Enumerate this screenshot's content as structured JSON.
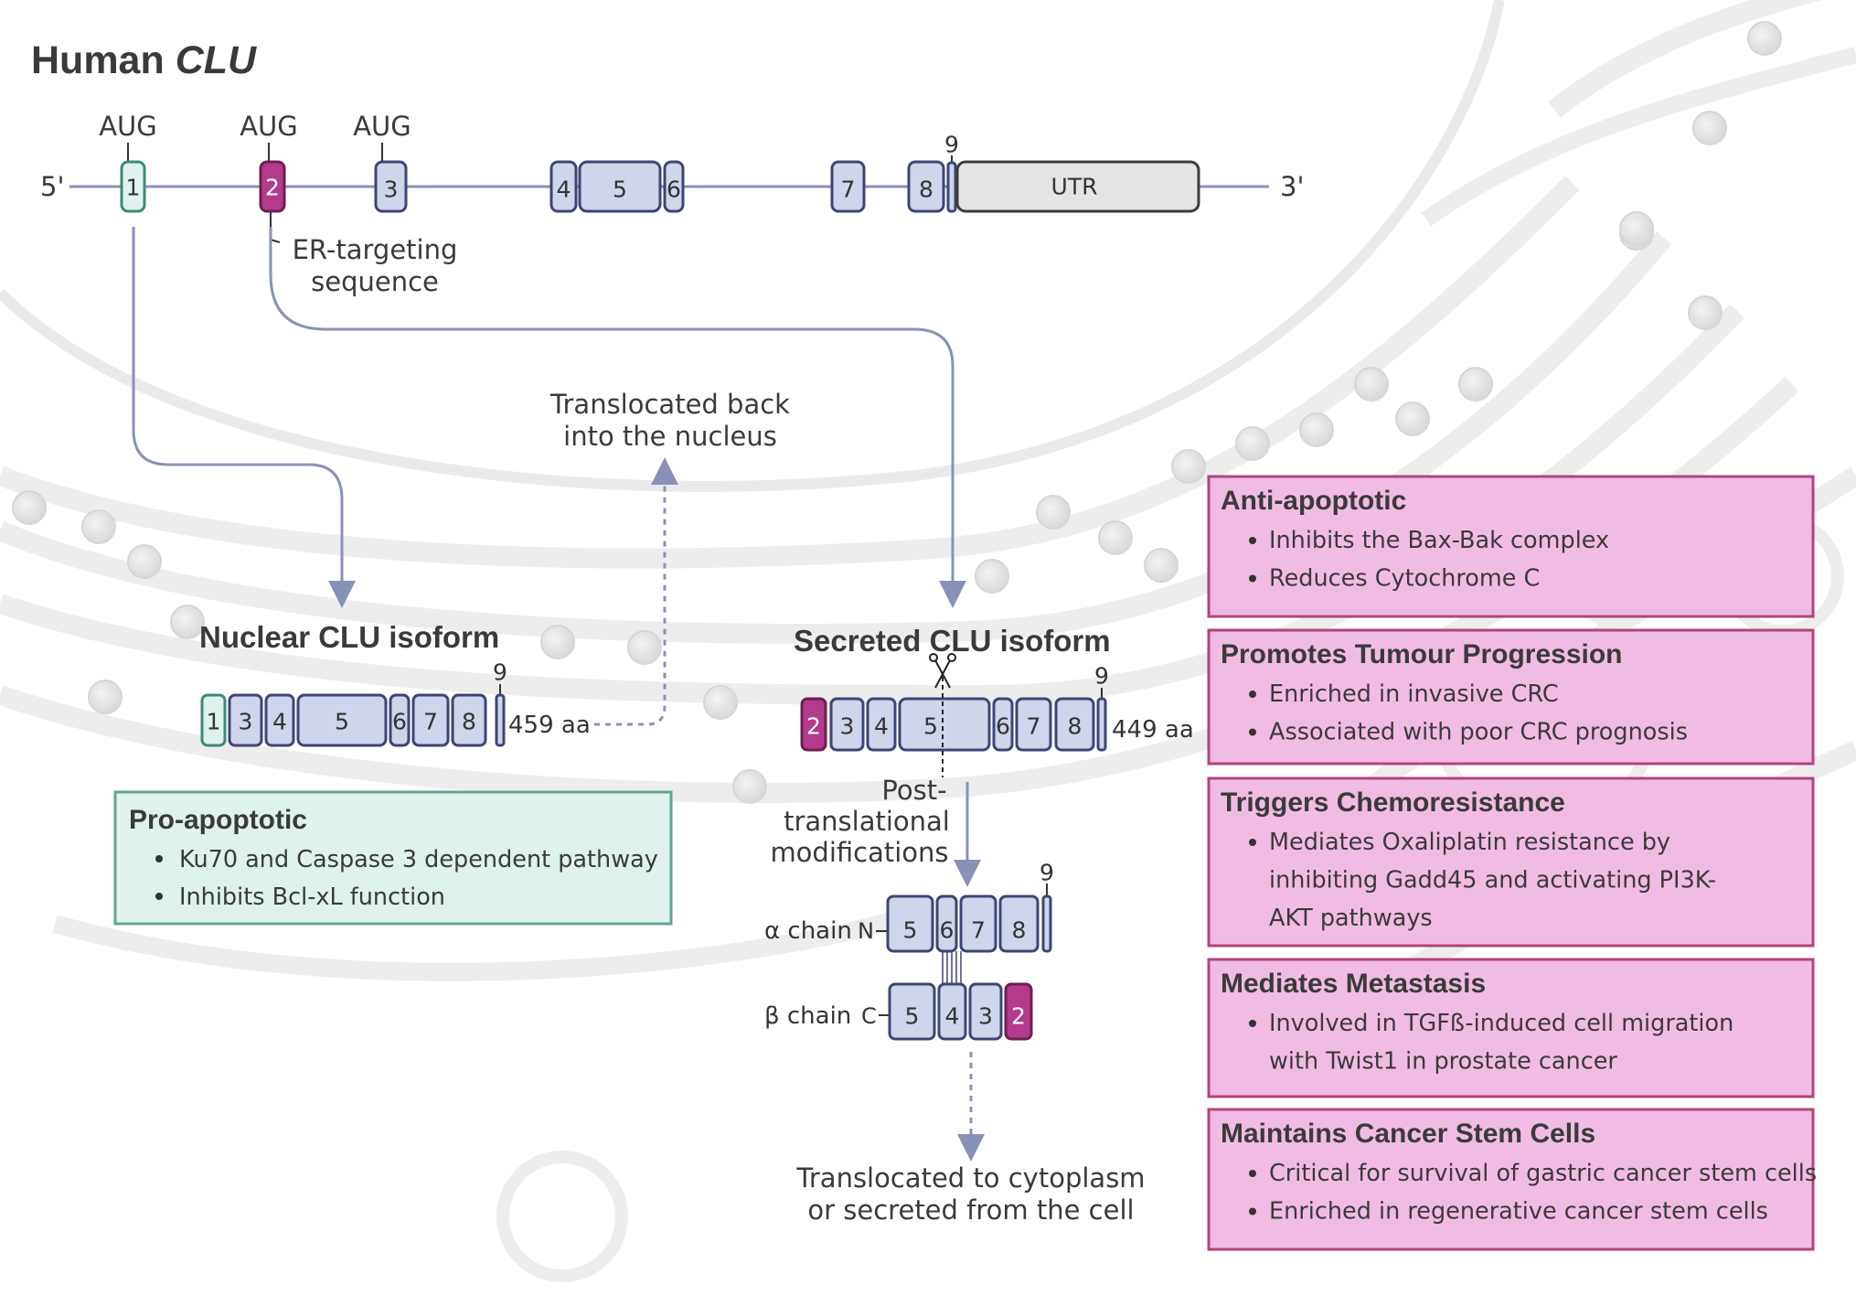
{
  "title": {
    "prefix": "Human ",
    "gene": "CLU"
  },
  "gene_map": {
    "five_prime": "5'",
    "three_prime": "3'",
    "aug": [
      "AUG",
      "AUG",
      "AUG"
    ],
    "exons": [
      "1",
      "2",
      "3",
      "4",
      "5",
      "6",
      "7",
      "8",
      "9"
    ],
    "utr": "UTR",
    "er_label": [
      "ER-targeting",
      "sequence"
    ]
  },
  "nuclear": {
    "title": "Nuclear CLU isoform",
    "exons": [
      "1",
      "3",
      "4",
      "5",
      "6",
      "7",
      "8",
      "9"
    ],
    "length": "459 aa",
    "translocation": [
      "Translocated back",
      "into the nucleus"
    ],
    "box": {
      "title": "Pro-apoptotic",
      "bullets": [
        "Ku70 and Caspase 3 dependent pathway",
        "Inhibits Bcl-xL function"
      ]
    }
  },
  "secreted": {
    "title": "Secreted CLU isoform",
    "exons": [
      "2",
      "3",
      "4",
      "5",
      "6",
      "7",
      "8",
      "9"
    ],
    "length": "449 aa",
    "ptm": [
      "Post-",
      "translational",
      "modifications"
    ],
    "alpha_label": "α chain",
    "alpha_terminus": "N",
    "alpha_exons": [
      "5",
      "6",
      "7",
      "8",
      "9"
    ],
    "beta_label": "β chain",
    "beta_terminus": "C",
    "beta_exons": [
      "5",
      "4",
      "3",
      "2"
    ],
    "destination": [
      "Translocated to cytoplasm",
      "or secreted from the cell"
    ]
  },
  "roles": [
    {
      "title": "Anti-apoptotic",
      "bullets": [
        [
          "Inhibits the Bax-Bak complex"
        ],
        [
          "Reduces Cytochrome C"
        ]
      ]
    },
    {
      "title": "Promotes Tumour Progression",
      "bullets": [
        [
          "Enriched in invasive CRC"
        ],
        [
          "Associated with poor CRC prognosis"
        ]
      ]
    },
    {
      "title": "Triggers Chemoresistance",
      "bullets": [
        [
          "Mediates Oxaliplatin resistance by",
          "inhibiting Gadd45 and activating PI3K-",
          "AKT pathways"
        ]
      ]
    },
    {
      "title": "Mediates Metastasis",
      "bullets": [
        [
          "Involved in TGFß-induced cell migration",
          "with Twist1 in prostate cancer"
        ]
      ]
    },
    {
      "title": "Maintains Cancer Stem Cells",
      "bullets": [
        [
          "Critical for survival of gastric cancer stem cells"
        ],
        [
          "Enriched in regenerative cancer stem cells"
        ]
      ]
    }
  ],
  "colors": {
    "exon_fill": "#cfd5ea",
    "exon_stroke": "#3d4575",
    "exon1_fill": "#dff2ee",
    "exon1_stroke": "#3c8a7a",
    "exon2_fill": "#b33a8c",
    "nuclear_title": "#1f6b5c",
    "secreted_title": "#7a1b49",
    "pink_box": "#f1bce3",
    "pink_stroke": "#b2437c",
    "teal_box": "#dff2ee",
    "teal_stroke": "#5fa592",
    "arrow": "#8892b8"
  }
}
